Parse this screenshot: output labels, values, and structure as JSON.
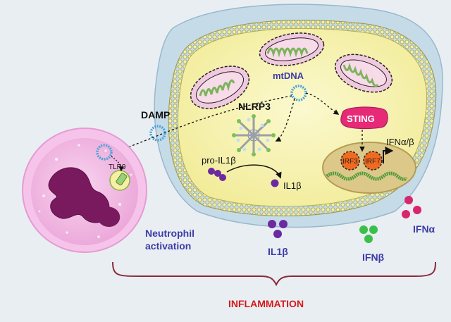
{
  "labels": {
    "mtdna": "mtDNA",
    "damp": "DAMP",
    "nlrp3": "NLRP3",
    "sting": "STING",
    "ifn_ab": "IFNα/β",
    "pro_il1b": "pro-IL1β",
    "il1b_inside": "IL1β",
    "irf3": "IRF3",
    "irf7": "IRF7",
    "tlr9": "TLR9",
    "neutrophil_line1": "Neutrophil",
    "neutrophil_line2": "activation",
    "il1b_outside": "IL1β",
    "ifnb": "IFNβ",
    "ifna": "IFNα",
    "inflammation": "INFLAMMATION"
  },
  "colors": {
    "background": "#e8eef3",
    "tissue": "#c8dce9",
    "cell_fill": "#f7f3b0",
    "membrane": "#c9c566",
    "nucleus": "#dcc98a",
    "mito_outer": "#f1c9de",
    "mito_inner": "#8fbf6a",
    "dna_ring": "#4aa3d8",
    "sting": "#e62a77",
    "irf": "#f06a1f",
    "neutrophil": "#f2b7e2",
    "neutrophil_nucleus": "#7a1a5e",
    "il1b": "#6b2aa0",
    "ifnb": "#3bbf4a",
    "ifna": "#d6266d",
    "label_blue": "#3c3ca8",
    "inflammation_text": "#d41a1a",
    "brace": "#8b2a3a"
  }
}
